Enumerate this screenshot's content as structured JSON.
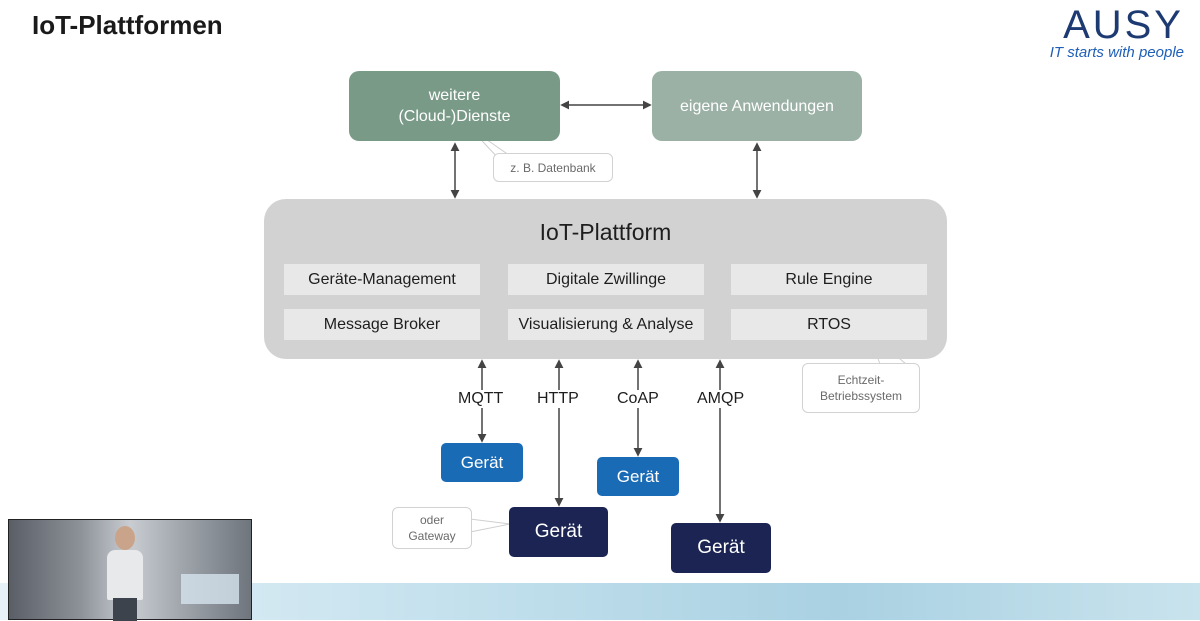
{
  "slide": {
    "title": "IoT-Plattformen"
  },
  "logo": {
    "wordmark": "AUSY",
    "tagline": "IT starts with people"
  },
  "cloud_services": {
    "line1": "weitere",
    "line2": "(Cloud-)Dienste",
    "callout": "z. B. Datenbank",
    "color": "#7a9a88"
  },
  "own_apps": {
    "label": "eigene Anwendungen",
    "color": "#9bb1a5"
  },
  "platform": {
    "title": "IoT-Plattform",
    "modules": [
      "Geräte-Management",
      "Digitale Zwillinge",
      "Rule Engine",
      "Message Broker",
      "Visualisierung & Analyse",
      "RTOS"
    ],
    "rtos_callout": {
      "line1": "Echtzeit-",
      "line2": "Betriebssystem"
    }
  },
  "protocols": [
    "MQTT",
    "HTTP",
    "CoAP",
    "AMQP"
  ],
  "devices": {
    "label": "Gerät",
    "gateway_callout": {
      "line1": "oder",
      "line2": "Gateway"
    }
  },
  "colors": {
    "device_blue": "#1a6bb5",
    "device_navy": "#1b2452",
    "platform_gray": "#d2d2d2"
  }
}
